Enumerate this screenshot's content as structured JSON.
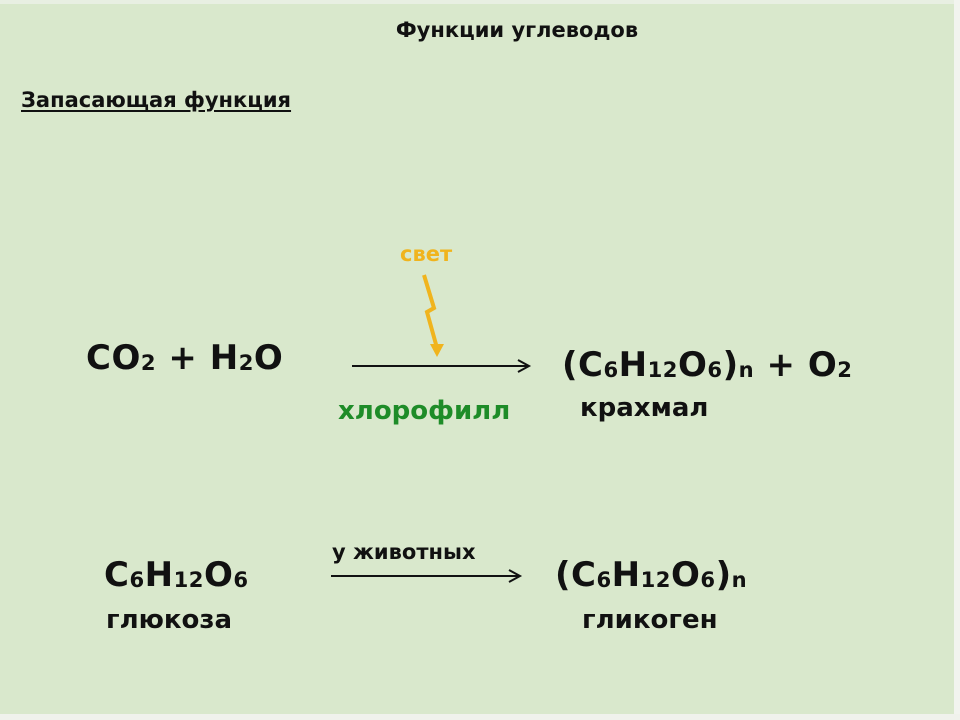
{
  "title": "Функции углеводов",
  "section": "Запасающая функция",
  "reaction1": {
    "reactant_1": "CO",
    "reactant_1_sub": "2",
    "plus_1": "+",
    "reactant_2": "H",
    "reactant_2_sub": "2",
    "reactant_2_tail": "O",
    "light_label": "свет",
    "catalyst": "хлорофилл",
    "product_open": "(C",
    "product_sub_c": "6",
    "product_h": "H",
    "product_sub_h": "12",
    "product_o": "O",
    "product_sub_o": "6",
    "product_close": ")",
    "product_sub_n": "n",
    "plus_2": "+",
    "product_2": "O",
    "product_2_sub": "2",
    "product_name": "крахмал"
  },
  "reaction2": {
    "reactant_c": "C",
    "reactant_sub_c": "6",
    "reactant_h": "H",
    "reactant_sub_h": "12",
    "reactant_o": "O",
    "reactant_sub_o": "6",
    "reactant_name": "глюкоза",
    "condition": "у животных",
    "product_open": "(C",
    "product_sub_c": "6",
    "product_h": "H",
    "product_sub_h": "12",
    "product_o": "O",
    "product_sub_o": "6",
    "product_close": ")",
    "product_sub_n": "n",
    "product_name": "гликоген"
  },
  "colors": {
    "background": "#d9e8cc",
    "text": "#111111",
    "light": "#f0b41d",
    "chlorophyll": "#1e8c28"
  }
}
